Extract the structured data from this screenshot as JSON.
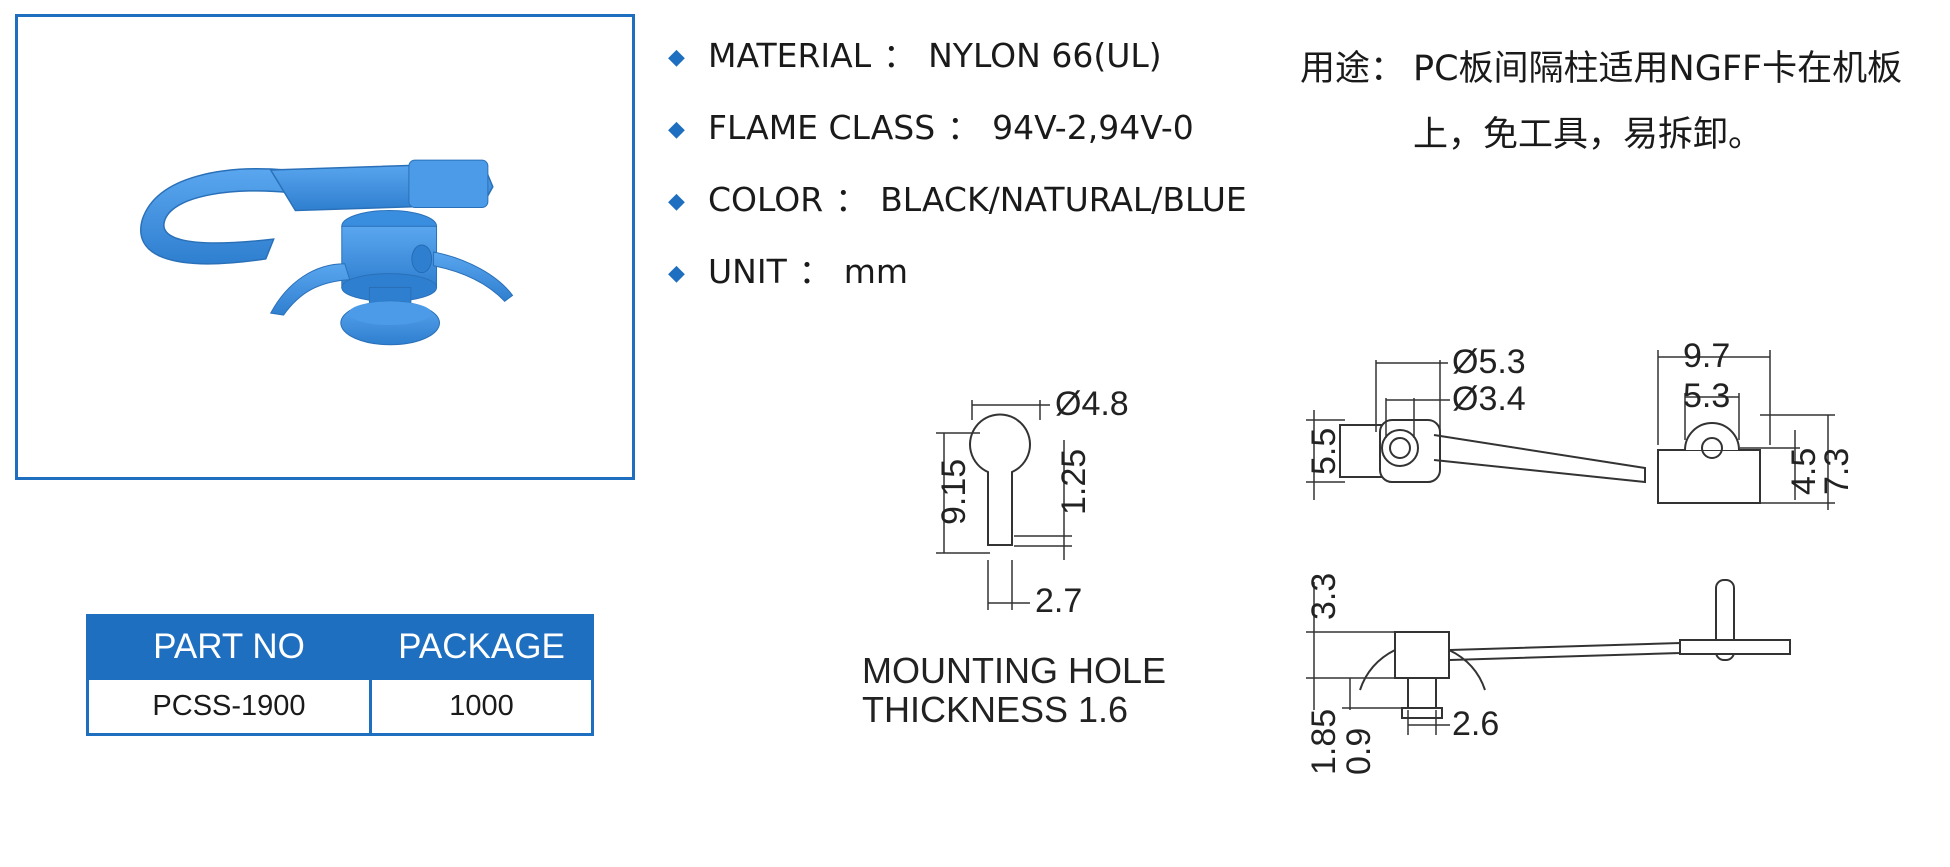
{
  "product_image": {
    "color": "#3a8ee0"
  },
  "specs": [
    {
      "label": "MATERIAL",
      "value": "NYLON 66(UL)"
    },
    {
      "label": "FLAME CLASS",
      "value": "94V-2,94V-0"
    },
    {
      "label": "COLOR",
      "value": "BLACK/NATURAL/BLUE"
    },
    {
      "label": "UNIT",
      "value": "mm"
    }
  ],
  "spec_separator": "：",
  "usage": {
    "label": "用途：",
    "text": "PC板间隔柱适用NGFF卡在机板上，免工具，易拆卸。"
  },
  "table": {
    "headers": [
      "PART NO",
      "PACKAGE"
    ],
    "rows": [
      [
        "PCSS-1900",
        "1000"
      ]
    ]
  },
  "mounting_hole": {
    "dims": {
      "dia": "Ø4.8",
      "height": "9.15",
      "slot": "1.25",
      "width": "2.7"
    },
    "note_line1": "MOUNTING  HOLE",
    "note_line2": "THICKNESS  1.6"
  },
  "top_view": {
    "dims": {
      "d1": "Ø5.3",
      "d2": "Ø3.4",
      "w1": "9.7",
      "w2": "5.3",
      "h1": "5.5",
      "h2": "4.5",
      "h3": "7.3"
    }
  },
  "side_view": {
    "dims": {
      "a": "3.3",
      "b": "1.85",
      "c": "0.9",
      "d": "2.6"
    }
  },
  "colors": {
    "accent": "#1f6fc1",
    "line": "#333333"
  }
}
